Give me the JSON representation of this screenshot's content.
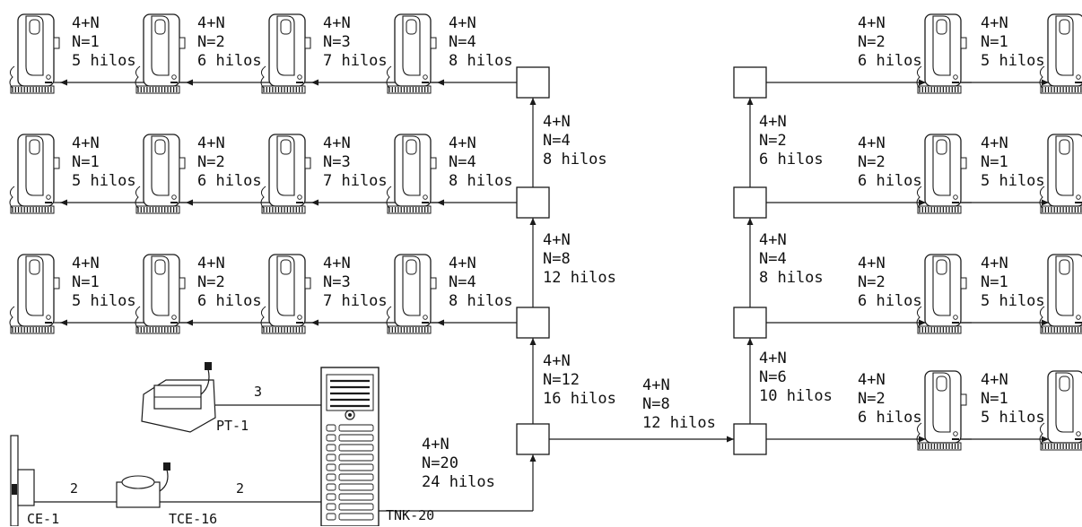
{
  "phone_icon": "intercom-handset-icon",
  "junction_icon": "distributor-box-icon",
  "left_rows": [
    {
      "handsets": [
        {
          "label": [
            "4+N",
            "N=1",
            "5 hilos"
          ]
        },
        {
          "label": [
            "4+N",
            "N=2",
            "6 hilos"
          ]
        },
        {
          "label": [
            "4+N",
            "N=3",
            "7 hilos"
          ]
        },
        {
          "label": [
            "4+N",
            "N=4",
            "8 hilos"
          ]
        }
      ]
    },
    {
      "handsets": [
        {
          "label": [
            "4+N",
            "N=1",
            "5 hilos"
          ]
        },
        {
          "label": [
            "4+N",
            "N=2",
            "6 hilos"
          ]
        },
        {
          "label": [
            "4+N",
            "N=3",
            "7 hilos"
          ]
        },
        {
          "label": [
            "4+N",
            "N=4",
            "8 hilos"
          ]
        }
      ]
    },
    {
      "handsets": [
        {
          "label": [
            "4+N",
            "N=1",
            "5 hilos"
          ]
        },
        {
          "label": [
            "4+N",
            "N=2",
            "6 hilos"
          ]
        },
        {
          "label": [
            "4+N",
            "N=3",
            "7 hilos"
          ]
        },
        {
          "label": [
            "4+N",
            "N=4",
            "8 hilos"
          ]
        }
      ]
    }
  ],
  "left_riser": [
    {
      "label": [
        "4+N",
        "N=4",
        "8 hilos"
      ]
    },
    {
      "label": [
        "4+N",
        "N=8",
        "12 hilos"
      ]
    },
    {
      "label": [
        "4+N",
        "N=12",
        "16 hilos"
      ]
    }
  ],
  "right_rows": [
    {
      "handsets": [
        {
          "label": [
            "4+N",
            "N=2",
            "6 hilos"
          ]
        },
        {
          "label": [
            "4+N",
            "N=1",
            "5 hilos"
          ]
        }
      ]
    },
    {
      "handsets": [
        {
          "label": [
            "4+N",
            "N=2",
            "6 hilos"
          ]
        },
        {
          "label": [
            "4+N",
            "N=1",
            "5 hilos"
          ]
        }
      ]
    },
    {
      "handsets": [
        {
          "label": [
            "4+N",
            "N=2",
            "6 hilos"
          ]
        },
        {
          "label": [
            "4+N",
            "N=1",
            "5 hilos"
          ]
        }
      ]
    },
    {
      "handsets": [
        {
          "label": [
            "4+N",
            "N=2",
            "6 hilos"
          ]
        },
        {
          "label": [
            "4+N",
            "N=1",
            "5 hilos"
          ]
        }
      ]
    }
  ],
  "right_riser": [
    {
      "label": [
        "4+N",
        "N=2",
        "6 hilos"
      ]
    },
    {
      "label": [
        "4+N",
        "N=4",
        "8 hilos"
      ]
    },
    {
      "label": [
        "4+N",
        "N=6",
        "10 hilos"
      ]
    }
  ],
  "trunk": {
    "panel_out": [
      "4+N",
      "N=20",
      "24 hilos"
    ],
    "horizontal": [
      "4+N",
      "N=8",
      "12 hilos"
    ]
  },
  "devices": {
    "power_supply": {
      "name": "PT-1",
      "wires": "3"
    },
    "transformer": {
      "name": "TCE-16",
      "wires": "2"
    },
    "door_lock": {
      "name": "CE-1",
      "wires": "2"
    },
    "panel": {
      "name": "TNK-20"
    }
  }
}
